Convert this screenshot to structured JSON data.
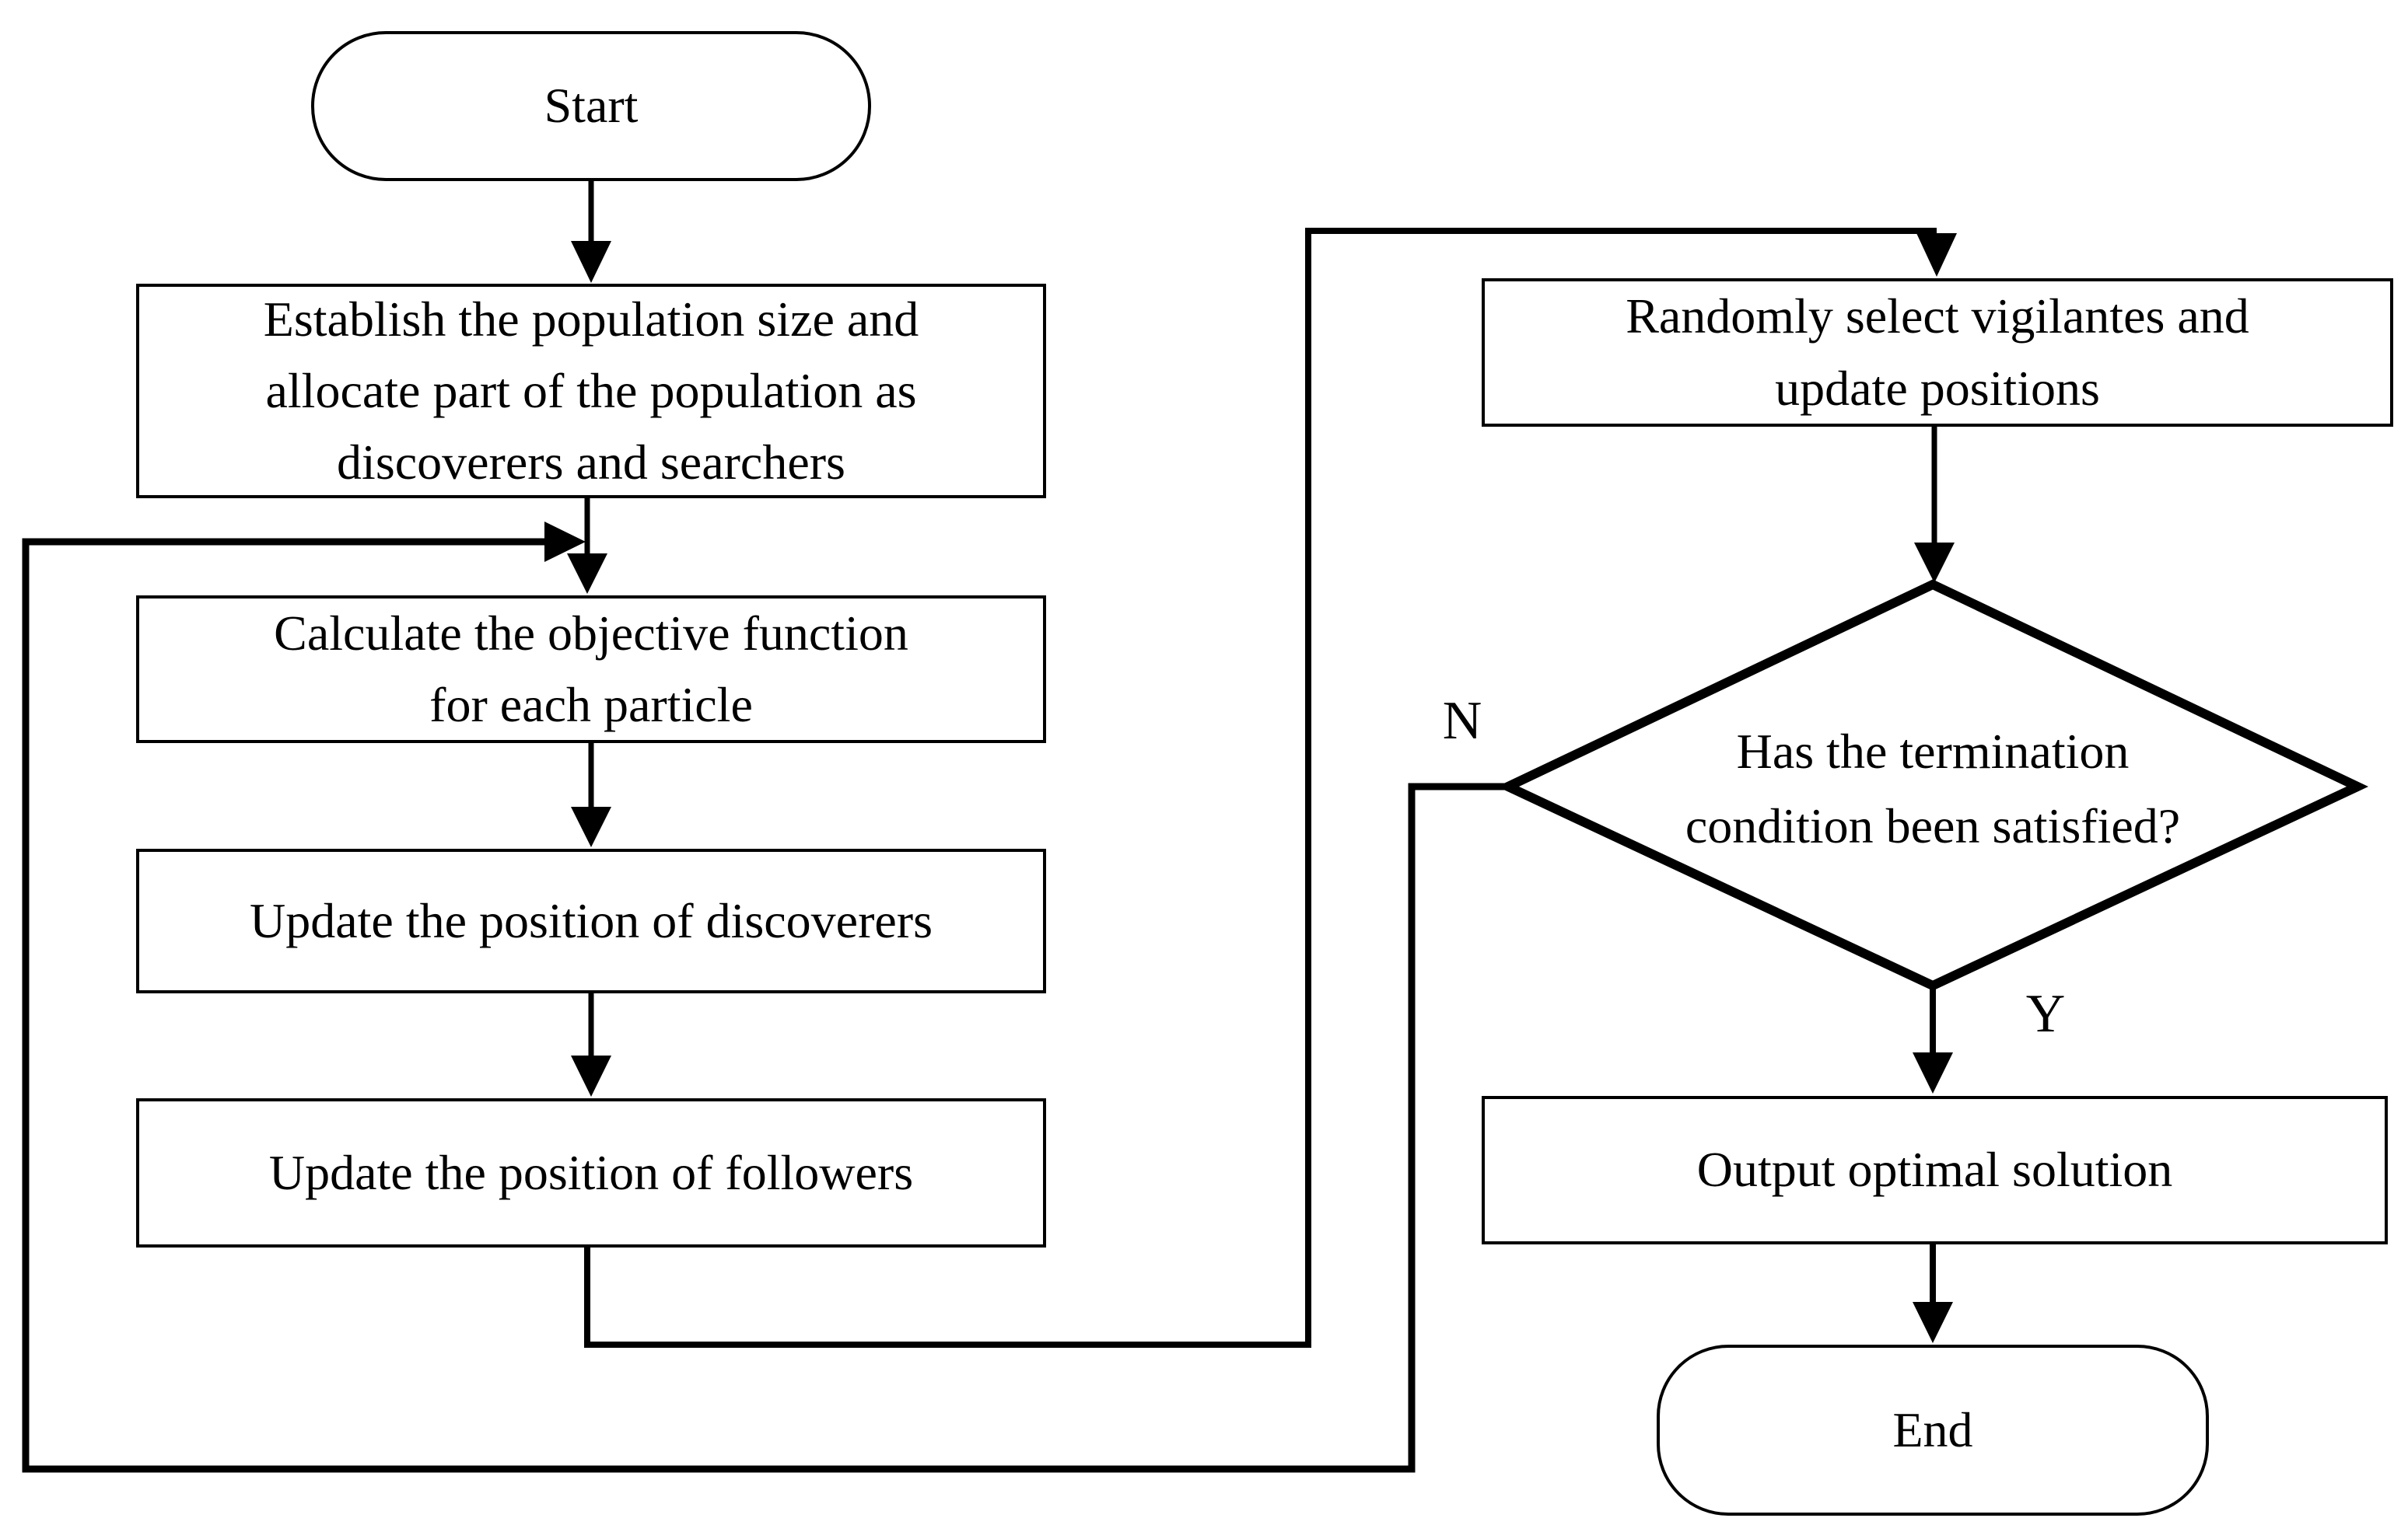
{
  "title": "Optimization algorithm flowchart",
  "colors": {
    "ink": "#000000",
    "background": "#ffffff"
  },
  "nodes": {
    "start": {
      "label": "Start"
    },
    "establish": {
      "label": "Establish the population size and\nallocate part of the population as\ndiscoverers  and searchers"
    },
    "calculate": {
      "label": "Calculate the objective function\nfor each particle"
    },
    "update_discoverers": {
      "label": "Update the position of discoverers"
    },
    "update_followers": {
      "label": "Update the position of followers"
    },
    "vigilantes": {
      "label": "Randomly select vigilantes and\nupdate positions"
    },
    "decision": {
      "label": "Has the termination\ncondition been satisfied?"
    },
    "output": {
      "label": "Output optimal solution"
    },
    "end": {
      "label": "End"
    }
  },
  "edges": {
    "no_label": "N",
    "yes_label": "Y"
  }
}
